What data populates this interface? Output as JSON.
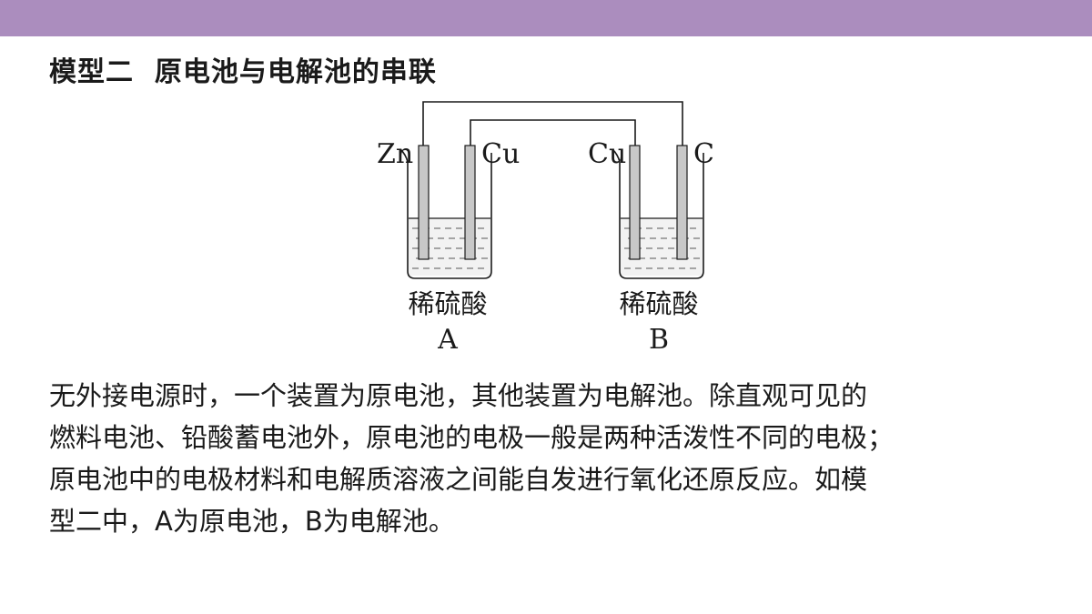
{
  "colors": {
    "top_bar": "#ab8dbe",
    "text": "#1a1a1a",
    "electrode": "#c8c8c8",
    "liquid_dots": "#f2f2f2"
  },
  "slide": {
    "title": "模型二  原电池与电解池的串联"
  },
  "diagram": {
    "cell_a": {
      "left_electrode": "Zn",
      "right_electrode": "Cu",
      "solution": "稀硫酸",
      "label": "A"
    },
    "cell_b": {
      "left_electrode": "Cu",
      "right_electrode": "C",
      "solution": "稀硫酸",
      "label": "B"
    }
  },
  "body": {
    "lines": [
      "无外接电源时，一个装置为原电池，其他装置为电解池。除直观可见的",
      "燃料电池、铅酸蓄电池外，原电池的电极一般是两种活泼性不同的电极；",
      "原电池中的电极材料和电解质溶液之间能自发进行氧化还原反应。如模",
      "型二中，A为原电池，B为电解池。"
    ]
  }
}
